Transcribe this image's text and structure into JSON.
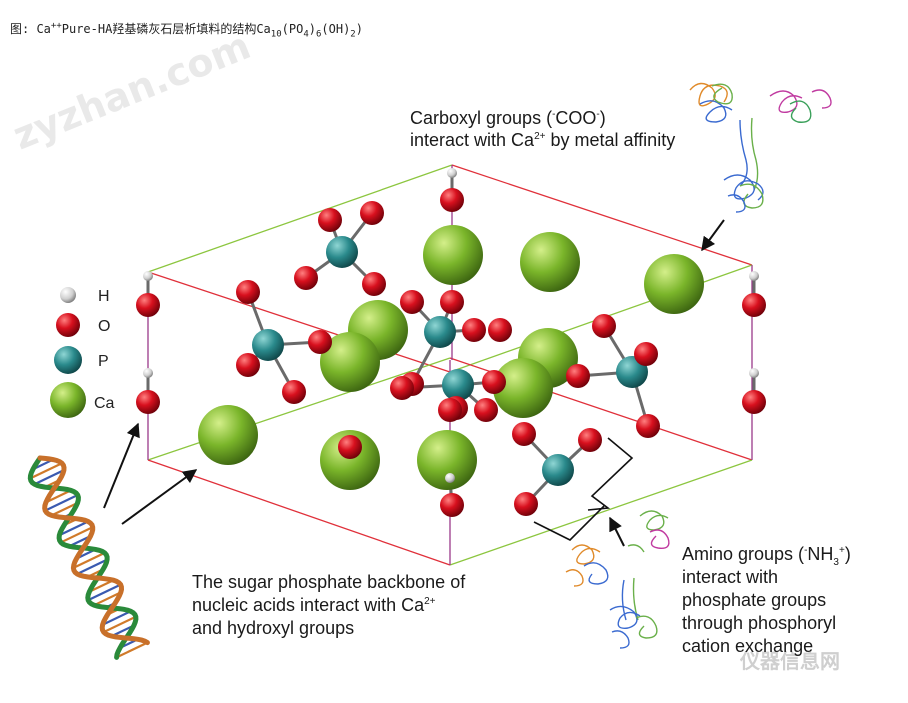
{
  "caption": {
    "prefix": "图: Ca",
    "charge": "++",
    "main": "Pure-HA羟基磷灰石层析填料的结构Ca",
    "sub1": "10",
    "mid1": "(PO",
    "sub2": "4",
    "mid2": ")",
    "sub3": "6",
    "mid3": "(OH)",
    "sub4": "2",
    "end": ")"
  },
  "legend": {
    "h": "H",
    "o": "O",
    "p": "P",
    "ca": "Ca"
  },
  "annotations": {
    "carboxyl": {
      "line1_a": "Carboxyl groups (",
      "line1_sup1": "-",
      "line1_b": "COO",
      "line1_sup2": "-",
      "line1_c": ")",
      "line2_a": "interact with Ca",
      "line2_sup": "2+",
      "line2_b": " by metal affinity"
    },
    "sugar": {
      "line1": "The sugar phosphate backbone of",
      "line2_a": "nucleic acids interact with Ca",
      "line2_sup": "2+",
      "line3": "and hydroxyl groups"
    },
    "amino": {
      "line1_a": "Amino groups (",
      "line1_sup1": "-",
      "line1_b": "NH",
      "line1_sub": "3",
      "line1_sup2": "+",
      "line1_c": ")",
      "line2": "interact with",
      "line3": "phosphate groups",
      "line4": "through phosphoryl",
      "line5": "cation exchange"
    }
  },
  "watermarks": {
    "left": "zyzhan.com",
    "right": "仪器信息网"
  },
  "colors": {
    "oxygen": "#d0101e",
    "phosphorus": "#2a8a8c",
    "calcium": "#7ab52a",
    "hydrogen": "#d8d8d8",
    "bond": "#6a6a6a",
    "box_red": "#e0303a",
    "box_green": "#8cc63f",
    "box_purple": "#9a3a8a"
  }
}
